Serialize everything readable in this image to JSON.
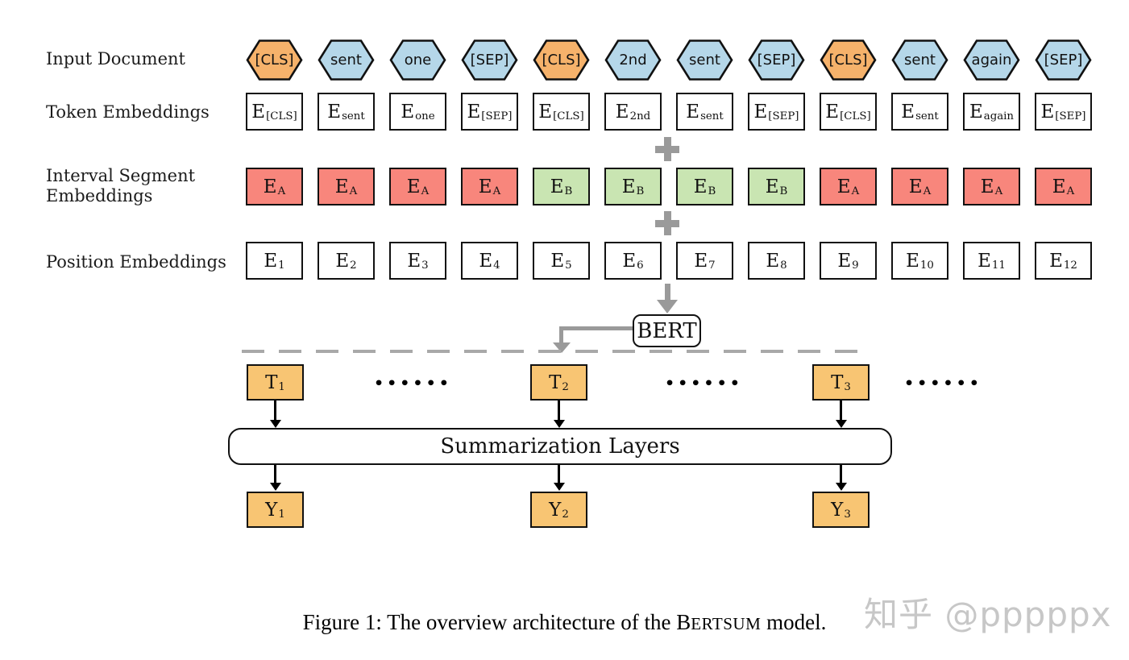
{
  "labels": {
    "input_document": "Input Document",
    "token_embeddings": "Token Embeddings",
    "interval_segment_line1": "Interval Segment",
    "interval_segment_line2": "Embeddings",
    "position_embeddings": "Position Embeddings"
  },
  "tokens": {
    "items": [
      {
        "label": "[CLS]",
        "type": "cls"
      },
      {
        "label": "sent",
        "type": "word"
      },
      {
        "label": "one",
        "type": "word"
      },
      {
        "label": "[SEP]",
        "type": "word"
      },
      {
        "label": "[CLS]",
        "type": "cls"
      },
      {
        "label": "2nd",
        "type": "word"
      },
      {
        "label": "sent",
        "type": "word"
      },
      {
        "label": "[SEP]",
        "type": "word"
      },
      {
        "label": "[CLS]",
        "type": "cls"
      },
      {
        "label": "sent",
        "type": "word"
      },
      {
        "label": "again",
        "type": "word"
      },
      {
        "label": "[SEP]",
        "type": "word"
      }
    ]
  },
  "token_emb": {
    "symbol": "E",
    "subs": [
      "[CLS]",
      "sent",
      "one",
      "[SEP]",
      "[CLS]",
      "2nd",
      "sent",
      "[SEP]",
      "[CLS]",
      "sent",
      "again",
      "[SEP]"
    ]
  },
  "segment_emb": {
    "symbol": "E",
    "items": [
      {
        "sub": "A",
        "type": "a"
      },
      {
        "sub": "A",
        "type": "a"
      },
      {
        "sub": "A",
        "type": "a"
      },
      {
        "sub": "A",
        "type": "a"
      },
      {
        "sub": "B",
        "type": "b"
      },
      {
        "sub": "B",
        "type": "b"
      },
      {
        "sub": "B",
        "type": "b"
      },
      {
        "sub": "B",
        "type": "b"
      },
      {
        "sub": "A",
        "type": "a"
      },
      {
        "sub": "A",
        "type": "a"
      },
      {
        "sub": "A",
        "type": "a"
      },
      {
        "sub": "A",
        "type": "a"
      }
    ]
  },
  "position_emb": {
    "symbol": "E",
    "subs": [
      "1",
      "2",
      "3",
      "4",
      "5",
      "6",
      "7",
      "8",
      "9",
      "10",
      "11",
      "12"
    ]
  },
  "operators": {
    "plus": "+"
  },
  "bert": {
    "label": "BERT"
  },
  "transformer": {
    "symbol": "T",
    "subs": [
      "1",
      "2",
      "3"
    ],
    "dots": "••••••"
  },
  "summarization": {
    "label": "Summarization Layers"
  },
  "output": {
    "symbol": "Y",
    "subs": [
      "1",
      "2",
      "3"
    ]
  },
  "caption": {
    "prefix": "Figure 1: The overview architecture of the ",
    "model_initial": "B",
    "model_rest": "ERTSUM",
    "suffix": " model."
  },
  "watermark": {
    "text": "知乎 @pppppx"
  },
  "colors": {
    "cls_orange": "#f6b26b",
    "token_blue": "#b5d7e9",
    "segment_a_red": "#f8867c",
    "segment_b_green": "#c9e5b2",
    "output_orange": "#f8c573",
    "arrow_gray": "#9a9a9a",
    "watermark_gray": "#c7c7c7"
  }
}
